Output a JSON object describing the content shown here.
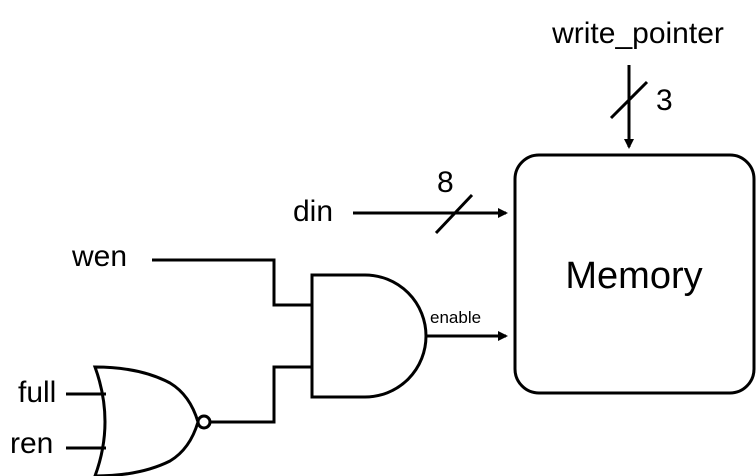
{
  "labels": {
    "write_pointer": "write_pointer",
    "write_pointer_width": "3",
    "din": "din",
    "din_width": "8",
    "wen": "wen",
    "full": "full",
    "ren": "ren",
    "enable": "enable",
    "memory": "Memory"
  }
}
